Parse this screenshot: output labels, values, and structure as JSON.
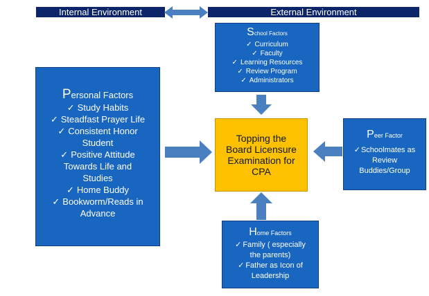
{
  "header": {
    "internal": "Internal Environment",
    "external": "External Environment"
  },
  "school": {
    "initial": "S",
    "rest": "chool Factors",
    "items": [
      "Curriculum",
      "Faculty",
      "Learning Resources",
      "Review Program",
      "Administrators"
    ]
  },
  "personal": {
    "initial": "P",
    "rest": "ersonal Factors",
    "items": [
      [
        "Study Habits"
      ],
      [
        "Steadfast Prayer Life"
      ],
      [
        "Consistent Honor",
        "Student"
      ],
      [
        "Positive Attitude",
        "Towards Life and",
        "Studies"
      ],
      [
        "Home Buddy"
      ],
      [
        "Bookworm/Reads in",
        "Advance"
      ]
    ]
  },
  "center": {
    "lines": [
      "Topping the",
      "Board Licensure",
      "Examination for",
      "CPA"
    ]
  },
  "peer": {
    "initial": "P",
    "rest": "eer Factor",
    "lines": [
      "Schoolmates as",
      "Review",
      "Buddies/Group"
    ]
  },
  "home": {
    "initial": "H",
    "rest": "ome Factors",
    "items": [
      [
        "Family ( especially",
        "the parents)"
      ],
      [
        "Father as Icon of",
        "Leadership"
      ]
    ]
  },
  "colors": {
    "header_bar": "#0c2469",
    "factor_box": "#1866c0",
    "center_box": "#fdc100",
    "arrow": "#4a7fc0"
  }
}
